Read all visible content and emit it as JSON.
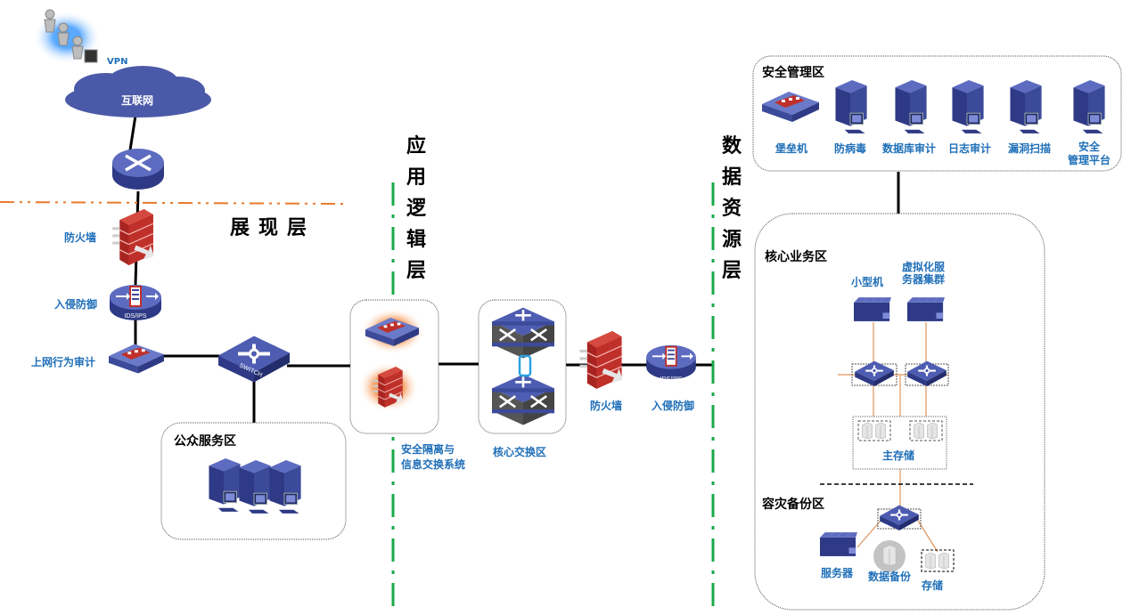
{
  "internet": {
    "vpn_label": "VPN",
    "cloud_label": "互联网"
  },
  "presentation_layer": {
    "title": "展现层",
    "firewall_label": "防火墙",
    "ips_label": "入侵防御",
    "ips_badge": "IDS/IPS",
    "audit_label": "上网行为审计",
    "switch_badge": "SWITCH",
    "public_zone_title": "公众服务区"
  },
  "app_layer": {
    "title": "应用逻辑层",
    "isolation_label": "安全隔离与\n信息交换系统",
    "isolation_line1": "安全隔离与",
    "isolation_line2": "信息交换系统",
    "core_switch_label": "核心交换区",
    "firewall_label": "防火墙",
    "ips_label": "入侵防御",
    "ips_badge": "IDS/IPS"
  },
  "data_layer": {
    "title": "数据资源层",
    "security_zone": {
      "title": "安全管理区",
      "items": [
        {
          "label": "堡垒机",
          "icon": "bastion-host-icon"
        },
        {
          "label": "防病毒",
          "icon": "server-icon"
        },
        {
          "label": "数据库审计",
          "icon": "server-icon"
        },
        {
          "label": "日志审计",
          "icon": "server-icon"
        },
        {
          "label": "漏洞扫描",
          "icon": "server-icon"
        },
        {
          "label": "安全\n管理平台",
          "line1": "安全",
          "line2": "管理平台",
          "icon": "server-icon"
        }
      ]
    },
    "core_zone": {
      "title": "核心业务区",
      "minicomputer_label": "小型机",
      "virtual_cluster_line1": "虚拟化服",
      "virtual_cluster_line2": "务器集群",
      "main_storage_label": "主存储"
    },
    "dr_zone": {
      "title": "容灾备份区",
      "server_label": "服务器",
      "backup_label": "数据备份",
      "storage_label": "存储"
    }
  },
  "colors": {
    "device_blue": "#3c4a9a",
    "label_blue": "#1f6fb8",
    "firewall_red": "#c0302a",
    "layer_divider_green": "#1aa84a",
    "boundary_orange": "#e87a2c",
    "link_orange": "#e0955a"
  }
}
